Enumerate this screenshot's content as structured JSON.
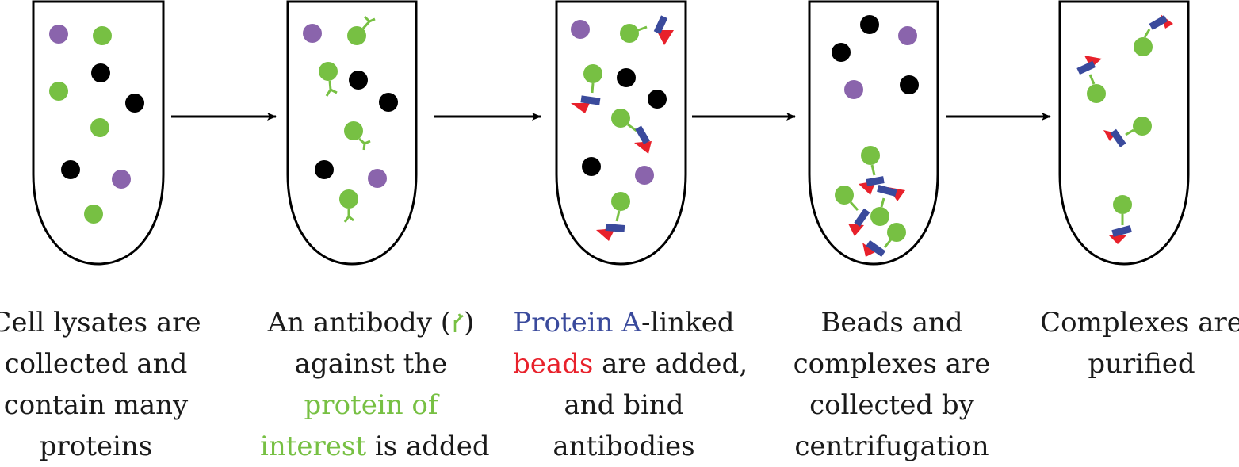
{
  "colors": {
    "protein_of_interest": "#77c043",
    "other_protein_purple": "#8a64ac",
    "other_protein_black": "#000000",
    "antibody": "#77c043",
    "protein_a": "#3a4a9c",
    "bead": "#e8212b",
    "text": "#1a1a1a"
  },
  "steps": [
    {
      "id": "lysate",
      "tube_contents": [
        "purple-protein",
        "green-protein",
        "black-protein"
      ],
      "caption": [
        "Cell lysates are",
        "collected and",
        "contain many",
        "proteins"
      ]
    },
    {
      "id": "antibody",
      "tube_contents": [
        "purple-protein",
        "black-protein",
        "antibody-bound-protein"
      ],
      "caption": {
        "line1_before": "An antibody (",
        "line1_glyph": "antibody-icon",
        "line1_after": ")",
        "line2": "against the",
        "line3": "protein of",
        "line4_green": "interest",
        "line4_rest": " is added"
      }
    },
    {
      "id": "beads",
      "tube_contents": [
        "purple-protein",
        "black-protein",
        "bead-complex"
      ],
      "caption": {
        "line1_blue": "Protein A",
        "line1_rest": "-linked",
        "line2_red": "beads",
        "line2_rest": " are added,",
        "line3": "and bind",
        "line4": "antibodies"
      }
    },
    {
      "id": "centrifuge",
      "tube_contents": [
        "purple-protein",
        "black-protein",
        "bead-complex"
      ],
      "caption": [
        "Beads and",
        "complexes are",
        "collected by",
        "centrifugation"
      ]
    },
    {
      "id": "purified",
      "tube_contents": [
        "bead-complex"
      ],
      "caption": [
        "Complexes are",
        "purified"
      ]
    }
  ]
}
